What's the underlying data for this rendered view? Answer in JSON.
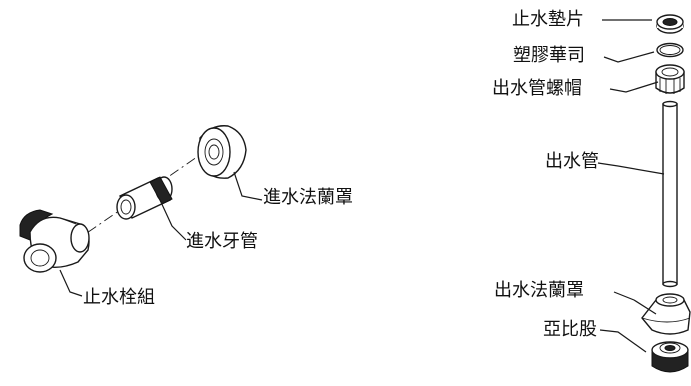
{
  "labels": {
    "inlet_flange_cover": "進水法蘭罩",
    "inlet_threaded_pipe": "進水牙管",
    "stop_valve_assembly": "止水栓組",
    "sealing_washer": "止水墊片",
    "plastic_gasket": "塑膠華司",
    "outlet_pipe_nut": "出水管螺帽",
    "outlet_pipe": "出水管",
    "outlet_flange_cover": "出水法蘭罩",
    "adapter_fitting": "亞比股"
  },
  "colors": {
    "line": "#1a1a1a",
    "dark_part": "#222222",
    "background": "#ffffff"
  }
}
